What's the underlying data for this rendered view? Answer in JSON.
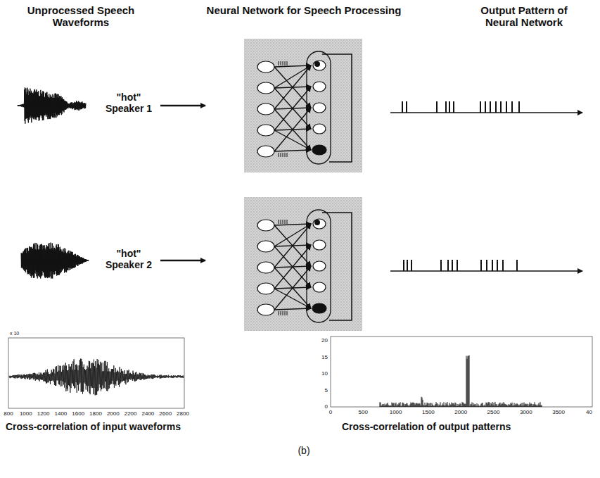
{
  "diagram": {
    "caption": "(b)",
    "labels": [
      "Unprocessed Speech Waveforms",
      "Neural Network for Speech Processing",
      "Output Pattern of Neural Network",
      "\"hot\" Speaker 1",
      "\"hot\" Speaker 2",
      "Cross-correlation of input waveforms",
      "Cross-correlation of output patterns",
      "x 10",
      "800",
      "1000",
      "1200",
      "1400",
      "1600",
      "1800",
      "2000",
      "2200",
      "2400",
      "2600",
      "2800",
      "0",
      "500",
      "1000",
      "1500",
      "2000",
      "2500",
      "3000",
      "3500",
      "40",
      "0",
      "5",
      "10",
      "15",
      "20"
    ]
  }
}
